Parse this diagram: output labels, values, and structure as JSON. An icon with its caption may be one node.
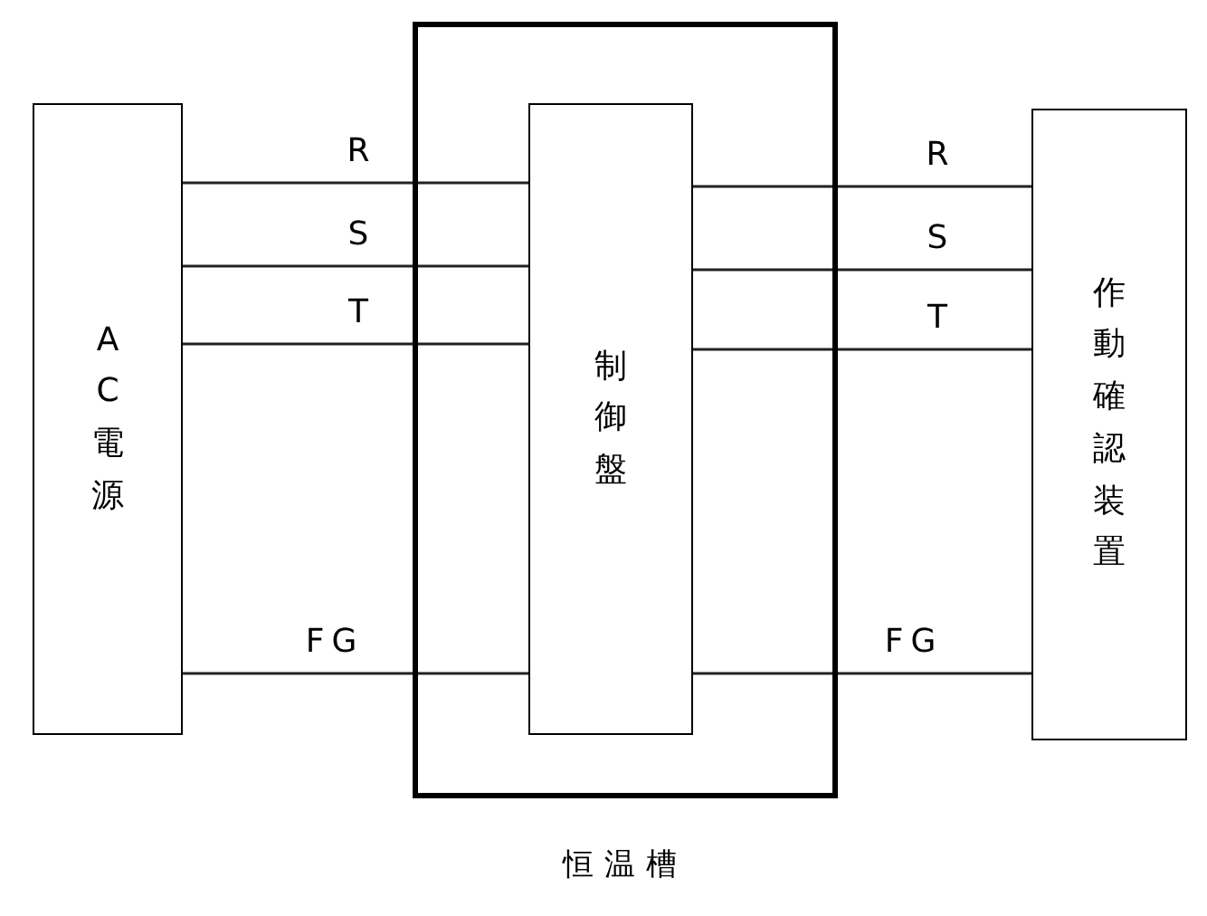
{
  "diagram": {
    "nodes": [
      {
        "text": [
          "AC電源"
        ]
      },
      {
        "text": [
          "恒温槽"
        ]
      },
      {
        "text": [
          "制御盤"
        ],
        "in": 1
      },
      {
        "text": [
          "作動確認装置"
        ]
      }
    ],
    "edges": [
      {
        "from": 0,
        "to": 2,
        "arrow": "none",
        "label": "R"
      },
      {
        "from": 0,
        "to": 2,
        "arrow": "none",
        "label": "S"
      },
      {
        "from": 0,
        "to": 2,
        "arrow": "none",
        "label": "T"
      },
      {
        "from": 0,
        "to": 2,
        "arrow": "none",
        "label": "FG"
      },
      {
        "from": 2,
        "to": 3,
        "arrow": "none",
        "label": "R"
      },
      {
        "from": 2,
        "to": 3,
        "arrow": "none",
        "label": "S"
      },
      {
        "from": 2,
        "to": 3,
        "arrow": "none",
        "label": "T"
      },
      {
        "from": 2,
        "to": 3,
        "arrow": "none",
        "label": "FG"
      }
    ]
  }
}
